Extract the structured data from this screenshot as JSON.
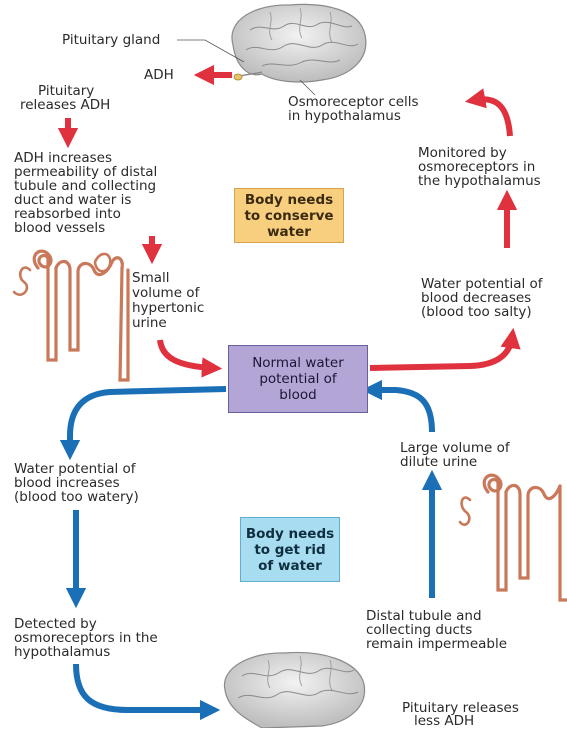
{
  "labels": {
    "pituitary_gland": "Pituitary gland",
    "adh": "ADH",
    "pituitary_releases_adh": [
      "Pituitary",
      "releases ADH"
    ],
    "osmoreceptor_cells": [
      "Osmoreceptor cells",
      "in hypothalamus"
    ],
    "adh_increases": [
      "ADH increases",
      "permeability of distal",
      "tubule and collecting",
      "duct and water is",
      "reabsorbed into",
      "blood vessels"
    ],
    "monitored_by": [
      "Monitored by",
      "osmoreceptors in",
      "the hypothalamus"
    ],
    "small_volume": [
      "Small",
      "volume of",
      "hypertonic",
      "urine"
    ],
    "water_potential_decreases": [
      "Water potential of",
      "blood decreases",
      "(blood too salty)"
    ],
    "water_potential_increases": [
      "Water potential of",
      "blood increases",
      "(blood too watery)"
    ],
    "large_volume": [
      "Large volume of",
      "dilute urine"
    ],
    "detected_by": [
      "Detected by",
      "osmoreceptors in the",
      "hypothalamus"
    ],
    "distal_tubule": [
      "Distal tubule and",
      "collecting ducts",
      "remain impermeable"
    ],
    "pituitary_releases_less": [
      "Pituitary releases",
      "less ADH"
    ]
  },
  "boxes": {
    "conserve": [
      "Body needs",
      "to conserve",
      "water"
    ],
    "normal": [
      "Normal water",
      "potential of",
      "blood"
    ],
    "get_rid": [
      "Body needs",
      "to get rid",
      "of water"
    ]
  },
  "colors": {
    "red_arrow": "#e0323e",
    "blue_arrow": "#1a6fb6",
    "kidney": "#c9795a",
    "brain": "#c8c8c8"
  },
  "icons": [
    "brain-icon",
    "kidney-nephron-icon",
    "arrow-icon"
  ]
}
